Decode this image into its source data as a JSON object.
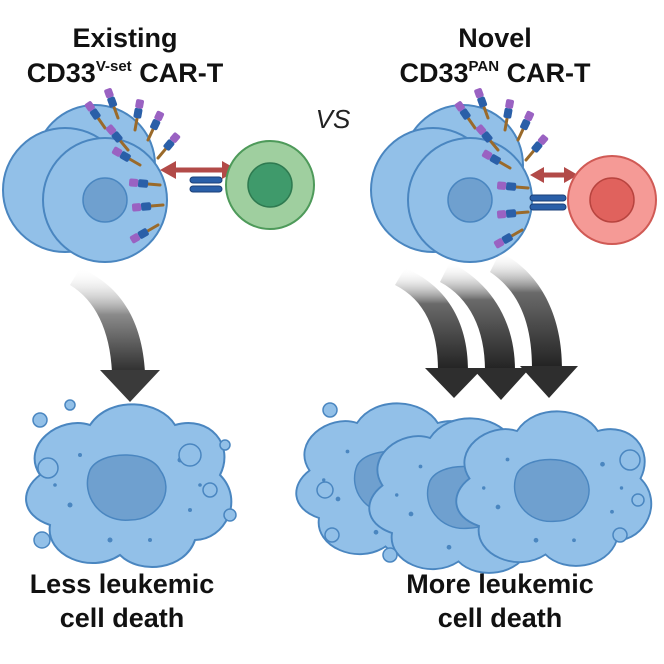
{
  "left_panel": {
    "title_line1": "Existing",
    "title_line2_main": "CD33",
    "title_line2_sup": "V-set",
    "title_line2_suffix": "CAR-T",
    "caption_line1": "Less leukemic",
    "caption_line2": "cell death",
    "car_t_color": "#9fcf9f",
    "car_t_nucleus_color": "#3f9a6b",
    "arrow_count": 1
  },
  "right_panel": {
    "title_line1": "Novel",
    "title_line2_main": "CD33",
    "title_line2_sup": "PAN",
    "title_line2_suffix": "CAR-T",
    "caption_line1": "More leukemic",
    "caption_line2": "cell death",
    "car_t_color": "#f59a96",
    "car_t_nucleus_color": "#e0625d",
    "arrow_count": 3
  },
  "vs_label": "VS",
  "colors": {
    "leukemic_cell": "#92c0e8",
    "leukemic_outline": "#4a86c0",
    "leukemic_nucleus": "#6fa0cf",
    "receptor_purple": "#9a62c2",
    "receptor_blue": "#2a5fa8",
    "receptor_stem": "#9a6a2a",
    "interaction_arrow": "#b24a48",
    "death_arrow": "#333333"
  },
  "icons": [
    "leukemic-cell-icon",
    "car-t-cell-icon",
    "cd33-receptor-icon",
    "car-receptor-icon",
    "apoptotic-cell-icon",
    "curved-arrow-icon"
  ]
}
